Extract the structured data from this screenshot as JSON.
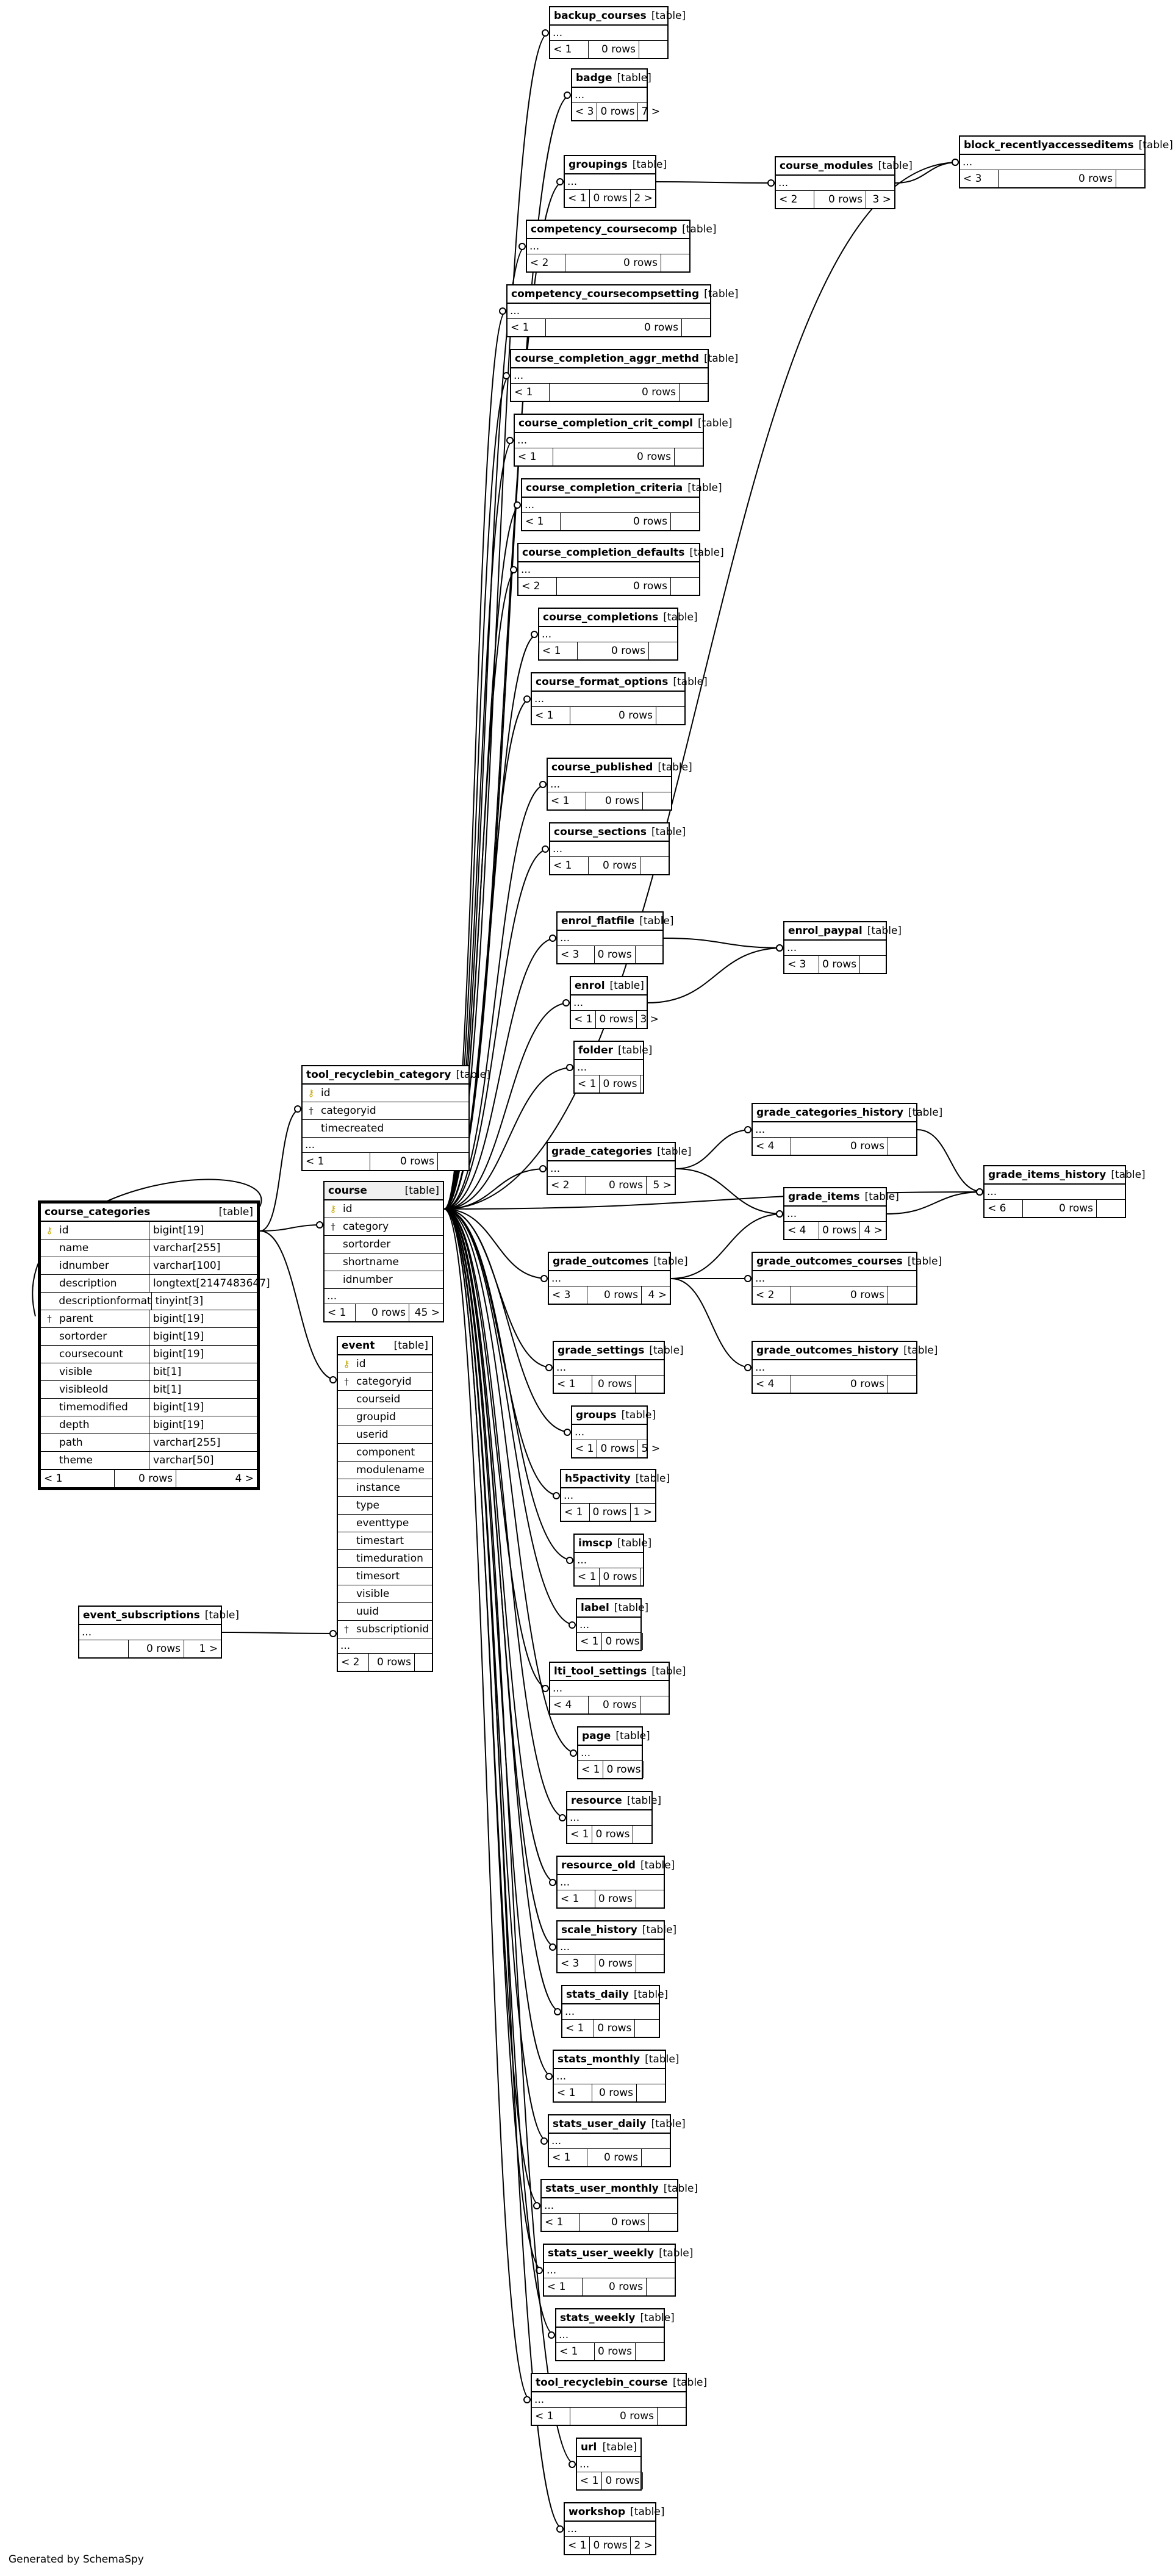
{
  "footer": "Generated by SchemaSpy",
  "tag": "[table]",
  "ellipsis": "...",
  "main": {
    "name": "course_categories",
    "columns": [
      {
        "name": "id",
        "type": "bigint[19]",
        "key": "pk"
      },
      {
        "name": "name",
        "type": "varchar[255]",
        "key": ""
      },
      {
        "name": "idnumber",
        "type": "varchar[100]",
        "key": ""
      },
      {
        "name": "description",
        "type": "longtext[2147483647]",
        "key": ""
      },
      {
        "name": "descriptionformat",
        "type": "tinyint[3]",
        "key": ""
      },
      {
        "name": "parent",
        "type": "bigint[19]",
        "key": "fk"
      },
      {
        "name": "sortorder",
        "type": "bigint[19]",
        "key": ""
      },
      {
        "name": "coursecount",
        "type": "bigint[19]",
        "key": ""
      },
      {
        "name": "visible",
        "type": "bit[1]",
        "key": ""
      },
      {
        "name": "visibleold",
        "type": "bit[1]",
        "key": ""
      },
      {
        "name": "timemodified",
        "type": "bigint[19]",
        "key": ""
      },
      {
        "name": "depth",
        "type": "bigint[19]",
        "key": ""
      },
      {
        "name": "path",
        "type": "varchar[255]",
        "key": ""
      },
      {
        "name": "theme",
        "type": "varchar[50]",
        "key": ""
      }
    ],
    "footer": {
      "parents": "< 1",
      "rows": "0 rows",
      "children": "4 >"
    }
  },
  "tool_recyclebin_category": {
    "name": "tool_recyclebin_category",
    "columns": [
      {
        "name": "id",
        "key": "pk"
      },
      {
        "name": "categoryid",
        "key": "fk"
      },
      {
        "name": "timecreated",
        "key": ""
      }
    ],
    "footer": {
      "parents": "< 1",
      "rows": "0 rows",
      "children": ""
    }
  },
  "course": {
    "name": "course",
    "columns": [
      {
        "name": "id",
        "key": "pk"
      },
      {
        "name": "category",
        "key": "fk"
      },
      {
        "name": "sortorder",
        "key": ""
      },
      {
        "name": "shortname",
        "key": ""
      },
      {
        "name": "idnumber",
        "key": ""
      }
    ],
    "footer": {
      "parents": "< 1",
      "rows": "0 rows",
      "children": "45 >"
    }
  },
  "event": {
    "name": "event",
    "columns": [
      {
        "name": "id",
        "key": "pk"
      },
      {
        "name": "categoryid",
        "key": "fk"
      },
      {
        "name": "courseid",
        "key": ""
      },
      {
        "name": "groupid",
        "key": ""
      },
      {
        "name": "userid",
        "key": ""
      },
      {
        "name": "component",
        "key": ""
      },
      {
        "name": "modulename",
        "key": ""
      },
      {
        "name": "instance",
        "key": ""
      },
      {
        "name": "type",
        "key": ""
      },
      {
        "name": "eventtype",
        "key": ""
      },
      {
        "name": "timestart",
        "key": ""
      },
      {
        "name": "timeduration",
        "key": ""
      },
      {
        "name": "timesort",
        "key": ""
      },
      {
        "name": "visible",
        "key": ""
      },
      {
        "name": "uuid",
        "key": ""
      },
      {
        "name": "subscriptionid",
        "key": "fk"
      }
    ],
    "footer": {
      "parents": "< 2",
      "rows": "0 rows",
      "children": ""
    }
  },
  "event_subscriptions": {
    "name": "event_subscriptions",
    "footer": {
      "parents": "",
      "rows": "0 rows",
      "children": "1 >"
    }
  },
  "small_tables": [
    {
      "name": "backup_courses",
      "parents": "< 1",
      "rows": "0 rows",
      "children": ""
    },
    {
      "name": "badge",
      "parents": "< 3",
      "rows": "0 rows",
      "children": "7 >"
    },
    {
      "name": "groupings",
      "parents": "< 1",
      "rows": "0 rows",
      "children": "2 >"
    },
    {
      "name": "competency_coursecomp",
      "parents": "< 2",
      "rows": "0 rows",
      "children": ""
    },
    {
      "name": "competency_coursecompsetting",
      "parents": "< 1",
      "rows": "0 rows",
      "children": ""
    },
    {
      "name": "course_completion_aggr_methd",
      "parents": "< 1",
      "rows": "0 rows",
      "children": ""
    },
    {
      "name": "course_completion_crit_compl",
      "parents": "< 1",
      "rows": "0 rows",
      "children": ""
    },
    {
      "name": "course_completion_criteria",
      "parents": "< 1",
      "rows": "0 rows",
      "children": ""
    },
    {
      "name": "course_completion_defaults",
      "parents": "< 2",
      "rows": "0 rows",
      "children": ""
    },
    {
      "name": "course_completions",
      "parents": "< 1",
      "rows": "0 rows",
      "children": ""
    },
    {
      "name": "course_format_options",
      "parents": "< 1",
      "rows": "0 rows",
      "children": ""
    },
    {
      "name": "course_published",
      "parents": "< 1",
      "rows": "0 rows",
      "children": ""
    },
    {
      "name": "course_sections",
      "parents": "< 1",
      "rows": "0 rows",
      "children": ""
    },
    {
      "name": "enrol_flatfile",
      "parents": "< 3",
      "rows": "0 rows",
      "children": ""
    },
    {
      "name": "enrol",
      "parents": "< 1",
      "rows": "0 rows",
      "children": "3 >"
    },
    {
      "name": "folder",
      "parents": "< 1",
      "rows": "0 rows",
      "children": ""
    },
    {
      "name": "grade_categories",
      "parents": "< 2",
      "rows": "0 rows",
      "children": "5 >"
    },
    {
      "name": "grade_outcomes",
      "parents": "< 3",
      "rows": "0 rows",
      "children": "4 >"
    },
    {
      "name": "grade_settings",
      "parents": "< 1",
      "rows": "0 rows",
      "children": ""
    },
    {
      "name": "groups",
      "parents": "< 1",
      "rows": "0 rows",
      "children": "5 >"
    },
    {
      "name": "h5pactivity",
      "parents": "< 1",
      "rows": "0 rows",
      "children": "1 >"
    },
    {
      "name": "imscp",
      "parents": "< 1",
      "rows": "0 rows",
      "children": ""
    },
    {
      "name": "label",
      "parents": "< 1",
      "rows": "0 rows",
      "children": ""
    },
    {
      "name": "lti_tool_settings",
      "parents": "< 4",
      "rows": "0 rows",
      "children": ""
    },
    {
      "name": "page",
      "parents": "< 1",
      "rows": "0 rows",
      "children": ""
    },
    {
      "name": "resource",
      "parents": "< 1",
      "rows": "0 rows",
      "children": ""
    },
    {
      "name": "resource_old",
      "parents": "< 1",
      "rows": "0 rows",
      "children": ""
    },
    {
      "name": "scale_history",
      "parents": "< 3",
      "rows": "0 rows",
      "children": ""
    },
    {
      "name": "stats_daily",
      "parents": "< 1",
      "rows": "0 rows",
      "children": ""
    },
    {
      "name": "stats_monthly",
      "parents": "< 1",
      "rows": "0 rows",
      "children": ""
    },
    {
      "name": "stats_user_daily",
      "parents": "< 1",
      "rows": "0 rows",
      "children": ""
    },
    {
      "name": "stats_user_monthly",
      "parents": "< 1",
      "rows": "0 rows",
      "children": ""
    },
    {
      "name": "stats_user_weekly",
      "parents": "< 1",
      "rows": "0 rows",
      "children": ""
    },
    {
      "name": "stats_weekly",
      "parents": "< 1",
      "rows": "0 rows",
      "children": ""
    },
    {
      "name": "tool_recyclebin_course",
      "parents": "< 1",
      "rows": "0 rows",
      "children": ""
    },
    {
      "name": "url",
      "parents": "< 1",
      "rows": "0 rows",
      "children": ""
    },
    {
      "name": "workshop",
      "parents": "< 1",
      "rows": "0 rows",
      "children": "2 >"
    },
    {
      "name": "course_modules",
      "parents": "< 2",
      "rows": "0 rows",
      "children": "3 >"
    },
    {
      "name": "block_recentlyaccesseditems",
      "parents": "< 3",
      "rows": "0 rows",
      "children": ""
    },
    {
      "name": "enrol_paypal",
      "parents": "< 3",
      "rows": "0 rows",
      "children": ""
    },
    {
      "name": "grade_categories_history",
      "parents": "< 4",
      "rows": "0 rows",
      "children": ""
    },
    {
      "name": "grade_items",
      "parents": "< 4",
      "rows": "0 rows",
      "children": "4 >"
    },
    {
      "name": "grade_items_history",
      "parents": "< 6",
      "rows": "0 rows",
      "children": ""
    },
    {
      "name": "grade_outcomes_courses",
      "parents": "< 2",
      "rows": "0 rows",
      "children": ""
    },
    {
      "name": "grade_outcomes_history",
      "parents": "< 4",
      "rows": "0 rows",
      "children": ""
    }
  ]
}
